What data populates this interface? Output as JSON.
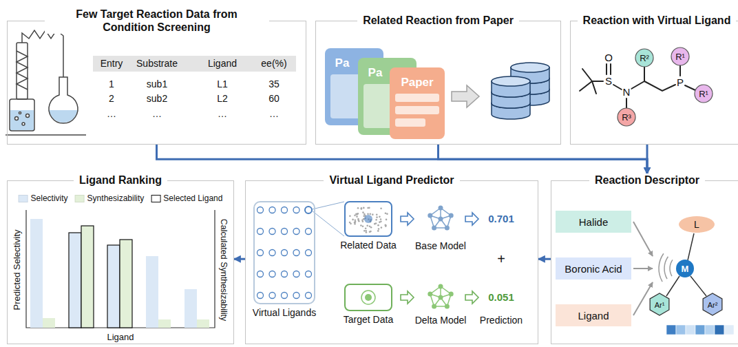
{
  "diagram": {
    "nodes": [
      {
        "text": [
          "Few Target Reaction Data from Condition Screening"
        ]
      },
      {
        "text": [
          "Related Reaction from Paper"
        ]
      },
      {
        "text": [
          "Reaction with Virtual Ligand"
        ]
      },
      {
        "text": [
          "Ligand Ranking"
        ]
      },
      {
        "text": [
          "Virtual Ligand Predictor"
        ]
      },
      {
        "text": [
          "Reaction Descriptor"
        ]
      },
      {
        "text": [
          "Virtual Ligands"
        ],
        "in": 4
      },
      {
        "text": [
          "Related Data"
        ],
        "in": 4
      },
      {
        "text": [
          "Target Data"
        ],
        "in": 4
      },
      {
        "text": [
          "Halide"
        ],
        "in": 5
      },
      {
        "text": [
          "Boronic Acid"
        ],
        "in": 5
      },
      {
        "text": [
          "Ligand"
        ],
        "in": 5
      }
    ],
    "edges": [
      {
        "from": 0,
        "to": 5,
        "arrow": "to"
      },
      {
        "from": 1,
        "to": 5,
        "arrow": "to"
      },
      {
        "from": 2,
        "to": 5,
        "arrow": "to"
      },
      {
        "from": 5,
        "to": 4,
        "arrow": "to"
      },
      {
        "from": 4,
        "to": 3,
        "arrow": "to"
      }
    ],
    "labels": [
      "Entry",
      "Substrate",
      "Ligand",
      "ee(%)",
      "1",
      "sub1",
      "L1",
      "35",
      "2",
      "sub2",
      "L2",
      "60",
      "…",
      "…",
      "…",
      "…",
      "Pa",
      "Pa",
      "Paper",
      "O",
      "S",
      "N",
      "P",
      "R²",
      "R¹",
      "R¹",
      "R³",
      "Base Model",
      "Delta Model",
      "0.701",
      "+",
      "0.051",
      "Prediction",
      "L",
      "M",
      "Ar¹",
      "Ar²",
      "Predicted Selectivity",
      "Calculated Synthesizability",
      "Ligand"
    ],
    "legend": [
      {
        "text": "Selectivity",
        "color": "#dbe8f6"
      },
      {
        "text": "Synthesizability",
        "color": "#e3f0d8"
      },
      {
        "text": "Selected Ligand"
      }
    ]
  }
}
